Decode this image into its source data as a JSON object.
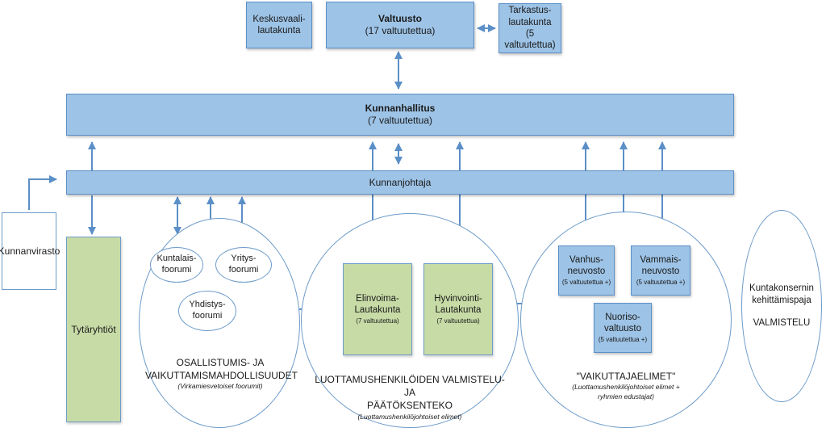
{
  "council": {
    "title": "Valtuusto",
    "sub": "(17 valtuutettua)"
  },
  "election_board": {
    "line1": "Keskusvaali-",
    "line2": "lautakunta"
  },
  "audit_board": {
    "line1": "Tarkastus-",
    "line2": "lautakunta",
    "line3": "(5 valtuutettua)"
  },
  "board": {
    "title": "Kunnanhallitus",
    "sub": "(7 valtuutettua)"
  },
  "manager": {
    "title": "Kunnanjohtaja"
  },
  "office": {
    "title": "Kunnanvirasto"
  },
  "subsidiaries": {
    "title": "Tytäryhtiöt"
  },
  "forums": {
    "residents": {
      "line1": "Kuntalais-",
      "line2": "foorumi"
    },
    "business": {
      "line1": "Yritys-",
      "line2": "foorumi"
    },
    "associations": {
      "line1": "Yhdistys-",
      "line2": "foorumi"
    },
    "caption1": "OSALLISTUMIS- JA",
    "caption2": "VAIKUTTAMISMAHDOLLISUUDET",
    "caption3": "(Virkamiesvetoiset foorumit)"
  },
  "committees": {
    "vitality": {
      "line1": "Elinvoima-",
      "line2": "Lautakunta",
      "sub": "(7 valtuutettua)"
    },
    "wellbeing": {
      "line1": "Hyvinvointi-",
      "line2": "Lautakunta",
      "sub": "(7 valtuutettua)"
    },
    "caption1": "LUOTTAMUSHENKILÖIDEN VALMISTELU- JA",
    "caption2": "PÄÄTÖKSENTEKO",
    "caption3": "(Luottamushenkilöjohtoiset elimet)"
  },
  "influence": {
    "elderly": {
      "line1": "Vanhus-",
      "line2": "neuvosto",
      "sub": "(5 valtuutettua +)"
    },
    "disability": {
      "line1": "Vammais-",
      "line2": "neuvosto",
      "sub": "(5 valtuutettua +)"
    },
    "youth": {
      "line1": "Nuoriso-",
      "line2": "valtuusto",
      "sub": "(5 valtuutettua +)"
    },
    "caption1": "\"VAIKUTTAJAELIMET\"",
    "caption2": "(Luottamushenkilöjohtoiset elimet +",
    "caption3": "ryhmien edustajat)"
  },
  "workshop": {
    "line1": "Kuntakonsernin",
    "line2": "kehittämispaja",
    "line3": "VALMISTELU"
  },
  "colors": {
    "blue_box": "#9dc3e6",
    "green_box": "#c7dba6",
    "line": "#5b8fc7"
  }
}
